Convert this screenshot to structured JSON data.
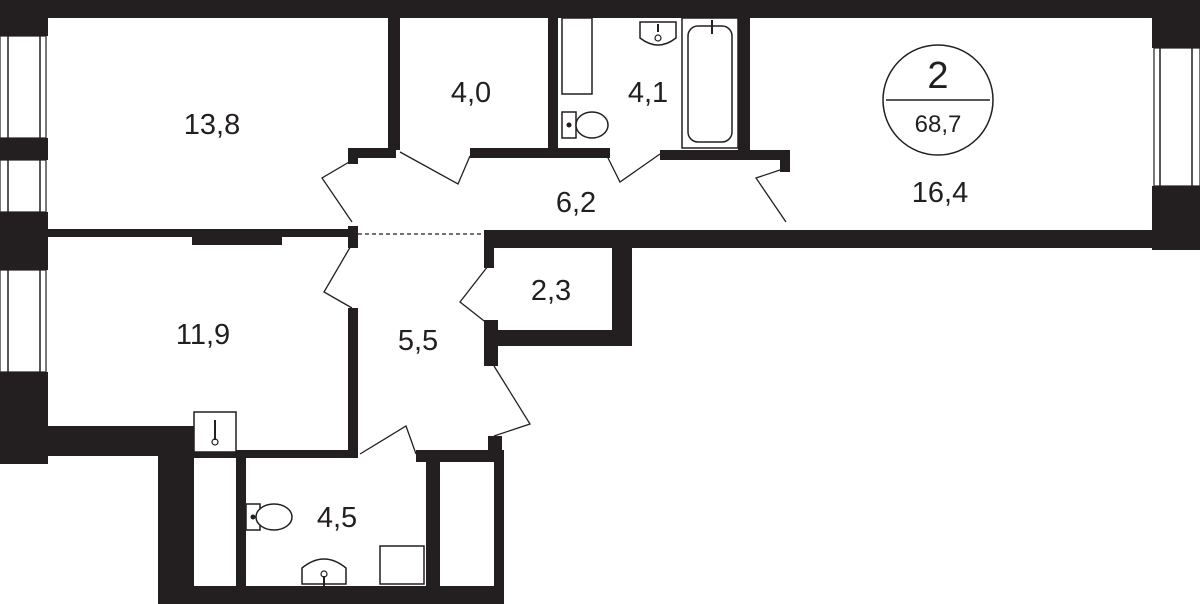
{
  "plan": {
    "room_count": "2",
    "total_area": "68,7",
    "rooms": [
      {
        "id": "bedroom-top-left",
        "area": "13,8"
      },
      {
        "id": "wardrobe-top",
        "area": "4,0"
      },
      {
        "id": "bathroom-top",
        "area": "4,1"
      },
      {
        "id": "living-room",
        "area": "16,4"
      },
      {
        "id": "corridor",
        "area": "6,2"
      },
      {
        "id": "storage",
        "area": "2,3"
      },
      {
        "id": "bedroom-left",
        "area": "11,9"
      },
      {
        "id": "hallway",
        "area": "5,5"
      },
      {
        "id": "bathroom-bottom",
        "area": "4,5"
      }
    ],
    "colors": {
      "wall": "#231f20",
      "background": "#ffffff"
    }
  }
}
